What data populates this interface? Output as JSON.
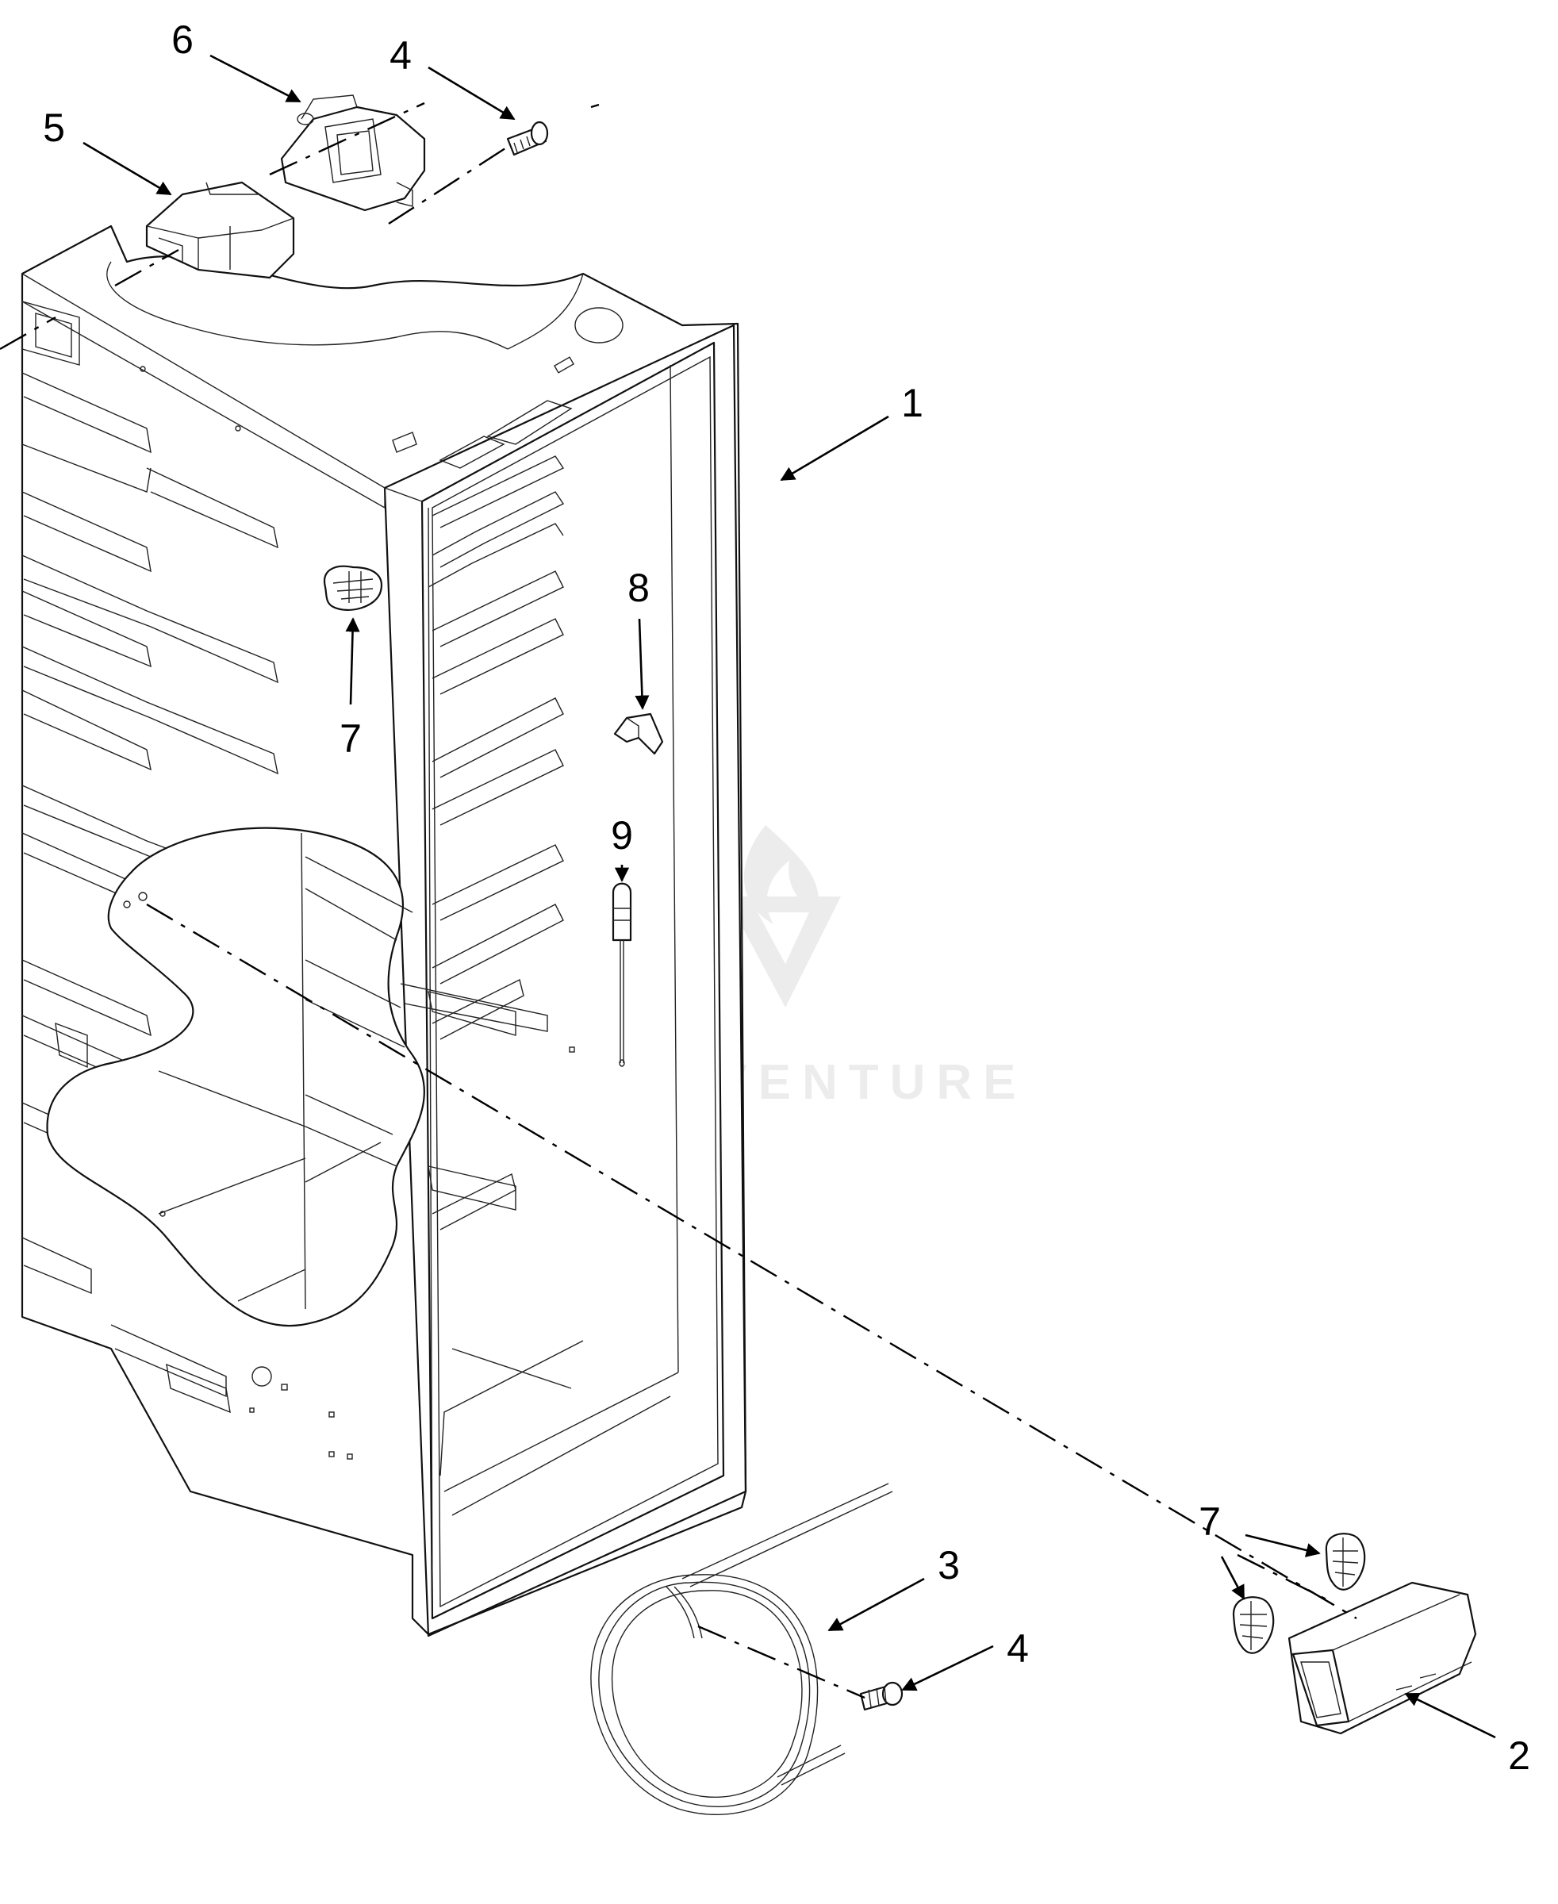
{
  "callouts": [
    {
      "id": "c6",
      "label": "6"
    },
    {
      "id": "c4a",
      "label": "4"
    },
    {
      "id": "c5",
      "label": "5"
    },
    {
      "id": "c1",
      "label": "1"
    },
    {
      "id": "c8",
      "label": "8"
    },
    {
      "id": "c7a",
      "label": "7"
    },
    {
      "id": "c9",
      "label": "9"
    },
    {
      "id": "c7b",
      "label": "7"
    },
    {
      "id": "c3",
      "label": "3"
    },
    {
      "id": "c4b",
      "label": "4"
    },
    {
      "id": "c2",
      "label": "2"
    }
  ],
  "watermark": {
    "text": "LEADVENTURE"
  },
  "colors": {
    "line": "#111111",
    "background": "#ffffff",
    "watermark": "#d9d9d9"
  }
}
